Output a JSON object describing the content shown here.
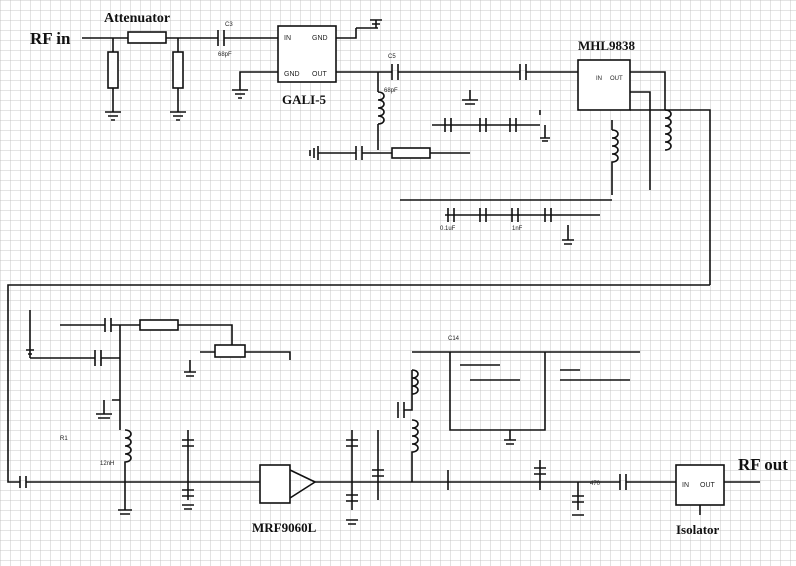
{
  "labels": {
    "rf_in": "RF in",
    "rf_out": "RF out",
    "attenuator": "Attenuator",
    "gali": "GALI-5",
    "mhl": "MHL9838",
    "mrf": "MRF9060L",
    "isolator": "Isolator",
    "gali_in": "IN",
    "gali_gnd1": "GND",
    "gali_gnd2": "GND",
    "gali_out": "OUT",
    "iso_in": "IN",
    "iso_out": "OUT"
  }
}
